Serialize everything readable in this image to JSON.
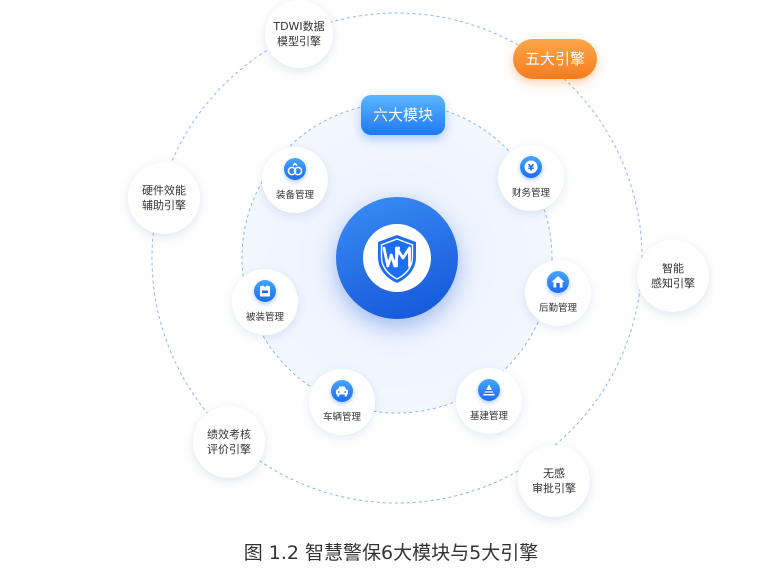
{
  "badges": {
    "modules": "六大模块",
    "engines": "五大引擎"
  },
  "modules": [
    {
      "label": "装备管理",
      "icon": "handcuffs-icon"
    },
    {
      "label": "财务管理",
      "icon": "yen-coin-icon"
    },
    {
      "label": "后勤管理",
      "icon": "house-icon"
    },
    {
      "label": "基建管理",
      "icon": "construction-icon"
    },
    {
      "label": "车辆管理",
      "icon": "car-icon"
    },
    {
      "label": "被装管理",
      "icon": "uniform-icon"
    }
  ],
  "engines": [
    {
      "label": "TDWI数据\n模型引擎"
    },
    {
      "label": "硬件效能\n辅助引擎"
    },
    {
      "label": "智能\n感知引擎"
    },
    {
      "label": "绩效考核\n评价引擎"
    },
    {
      "label": "无感\n审批引擎"
    }
  ],
  "center": {
    "icon": "shield-logo-icon"
  },
  "caption": "图 1.2  智慧警保6大模块与5大引擎",
  "colors": {
    "primary_blue": "#1d6ff2",
    "accent_orange": "#f7891f",
    "inner_zone": "#eef4fd"
  }
}
